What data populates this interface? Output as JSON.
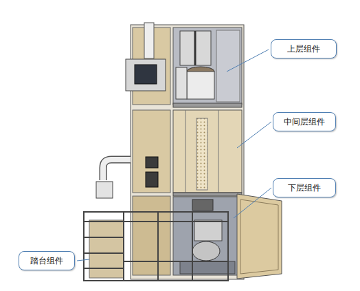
{
  "diagram": {
    "nodes": [
      {
        "text": [
          "上层组件"
        ]
      },
      {
        "text": [
          "中间层组件"
        ]
      },
      {
        "text": [
          "下层组件"
        ]
      },
      {
        "text": [
          "踏台组件"
        ]
      }
    ]
  }
}
